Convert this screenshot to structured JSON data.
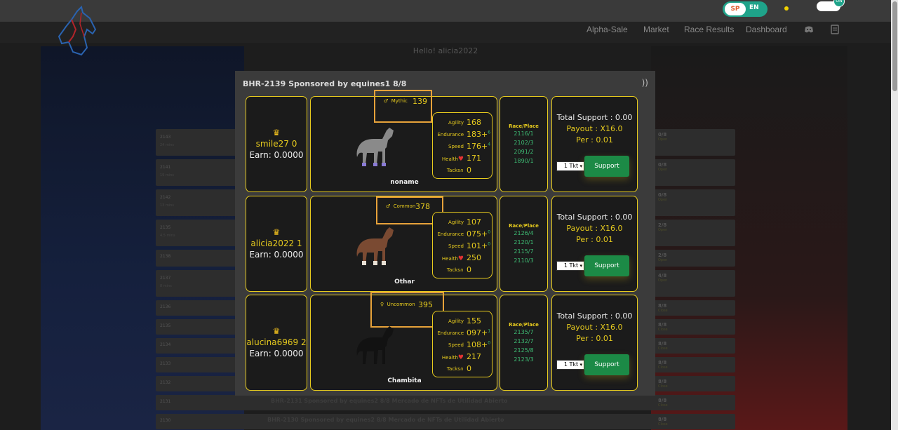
{
  "header": {
    "lang": {
      "sp": "SP",
      "en": "EN"
    },
    "toggle_label": "ON",
    "nav": [
      "Alpha-Sale",
      "Market",
      "Race Results",
      "Dashboard"
    ],
    "greeting": "Hello! alicia2022",
    "colors": {
      "accent": "#e7cb1e",
      "lang_bg": "#1fa38a",
      "support_button": "#1c8a46"
    }
  },
  "background": {
    "rows": [
      {
        "id": "2143",
        "time": "24 mins",
        "count": "0/8",
        "status": "Open"
      },
      {
        "id": "2141",
        "time": "19 mins",
        "count": "0/8",
        "status": "Open"
      },
      {
        "id": "2142",
        "time": "13 mins",
        "count": "0/8",
        "status": "Open"
      },
      {
        "id": "2135",
        "time": "4.5 mins",
        "count": "2/8",
        "status": "Open"
      },
      {
        "id": "2138",
        "time": "",
        "count": "2/8",
        "status": "Open"
      },
      {
        "id": "2137",
        "time": "8 mins",
        "count": "4/8",
        "status": "Open"
      },
      {
        "id": "2136",
        "time": "",
        "count": "8/8",
        "status": "Close"
      },
      {
        "id": "2135",
        "time": "",
        "count": "8/8",
        "status": "Close"
      },
      {
        "id": "2134",
        "time": "",
        "count": "8/8",
        "status": "Close"
      },
      {
        "id": "2133",
        "time": "",
        "count": "8/8",
        "status": "Close"
      },
      {
        "id": "2132",
        "time": "",
        "count": "8/8",
        "status": "Close"
      },
      {
        "id": "2131",
        "time": "",
        "count": "8/8",
        "status": "Close"
      },
      {
        "id": "2130",
        "time": "",
        "count": "8/8",
        "status": "Close"
      }
    ],
    "text_rows": [
      "BHR-2131 Sponsored by equines2 8/8 Mercado de NFTs de Utilidad Abierto",
      "BHR-2130 Sponsored by equines2 8/8 Mercado de NFTs de Utilidad Abierto"
    ]
  },
  "modal": {
    "title": "BHR-2139 Sponsored by equines1 8/8",
    "close": "))",
    "entries": [
      {
        "user": "smile27 0",
        "earn": "Earn: 0.0000",
        "gender": "♂",
        "rarity": "Mythic",
        "rarity_value": "139",
        "horse_name": "noname",
        "horse_color": "#8a8a8a",
        "stats": {
          "agility": "168",
          "endurance": "183+",
          "endurance_bonus": "6",
          "speed": "176+",
          "speed_bonus": "4",
          "health": "171",
          "tacks": "0"
        },
        "races": [
          "2116/1",
          "2102/3",
          "2091/2",
          "1890/1"
        ],
        "total_support": "Total Support : 0.00",
        "payout": "Payout : X16.0",
        "per": "Per : 0.01",
        "ticket": "1 Tkt",
        "button": "Support"
      },
      {
        "user": "alicia2022 1",
        "earn": "Earn: 0.0000",
        "gender": "♂",
        "rarity": "Common",
        "rarity_value": "378",
        "horse_name": "Othar",
        "horse_color": "#7a4a32",
        "stats": {
          "agility": "107",
          "endurance": "075+",
          "endurance_bonus": "0",
          "speed": "101+",
          "speed_bonus": "0",
          "health": "250",
          "tacks": "0"
        },
        "races": [
          "2126/4",
          "2120/1",
          "2115/7",
          "2110/3"
        ],
        "total_support": "Total Support : 0.00",
        "payout": "Payout : X16.0",
        "per": "Per : 0.01",
        "ticket": "1 Tkt",
        "button": "Support"
      },
      {
        "user": "alucina6969 2",
        "earn": "Earn: 0.0000",
        "gender": "♀",
        "rarity": "Uncommon",
        "rarity_value": "395",
        "horse_name": "Chambita",
        "horse_color": "#121212",
        "stats": {
          "agility": "155",
          "endurance": "097+",
          "endurance_bonus": "1",
          "speed": "108+",
          "speed_bonus": "0",
          "health": "217",
          "tacks": "0"
        },
        "races": [
          "2135/7",
          "2132/7",
          "2125/8",
          "2123/3"
        ],
        "total_support": "Total Support : 0.00",
        "payout": "Payout : X16.0",
        "per": "Per : 0.01",
        "ticket": "1 Tkt",
        "button": "Support"
      }
    ],
    "labels": {
      "agility": "Agility",
      "endurance": "Endurance",
      "speed": "Speed",
      "health": "Health",
      "tacks": "Tacks",
      "race_place": "Race/Place"
    }
  }
}
